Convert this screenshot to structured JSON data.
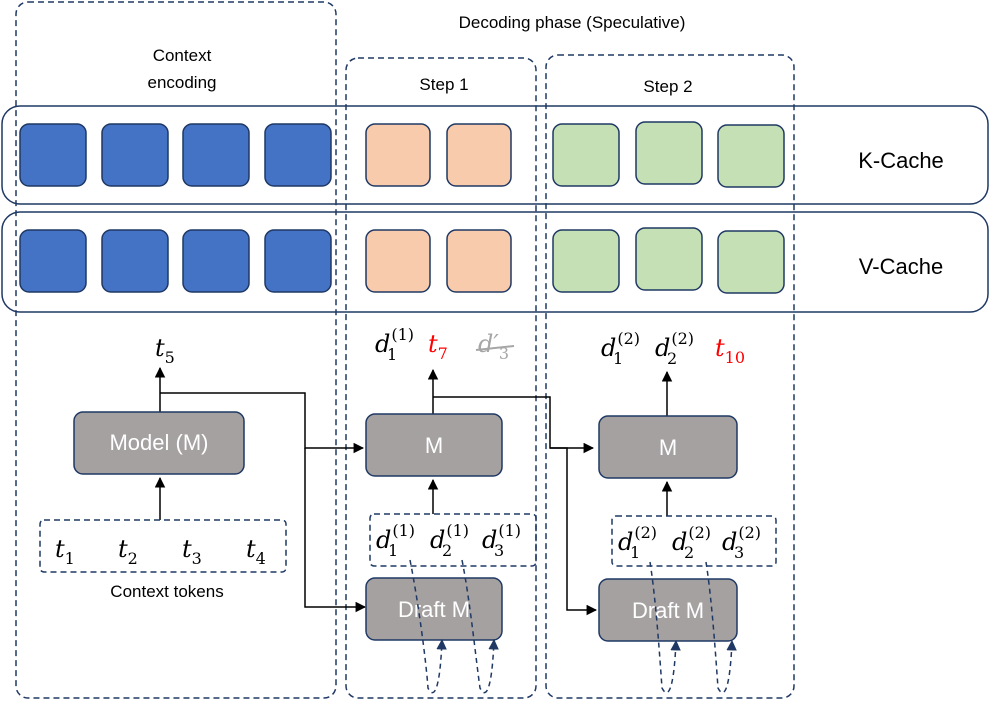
{
  "header": {
    "decoding_phase": "Decoding phase (Speculative)",
    "context_encoding_line1": "Context",
    "context_encoding_line2": "encoding",
    "step1": "Step 1",
    "step2": "Step 2"
  },
  "caches": {
    "k_cache": "K-Cache",
    "v_cache": "V-Cache"
  },
  "colors": {
    "context_block": "#4472c4",
    "step1_block": "#f8cbad",
    "step2_block": "#c5e0b4",
    "model_box": "#a5a1a1",
    "accepted_target_token": "#ff0000",
    "rejected_draft_token": "#a6a6a6",
    "border": "#1f3864"
  },
  "context": {
    "model_label": "Model (M)",
    "output": {
      "base": "t",
      "sub": "5"
    },
    "tokens": [
      {
        "base": "t",
        "sub": "1"
      },
      {
        "base": "t",
        "sub": "2"
      },
      {
        "base": "t",
        "sub": "3"
      },
      {
        "base": "t",
        "sub": "4"
      }
    ],
    "tokens_caption": "Context tokens"
  },
  "step1": {
    "model_label": "M",
    "draft_label": "Draft M",
    "outputs": [
      {
        "base": "d",
        "sub": "1",
        "sup": "(1)",
        "status": "accepted"
      },
      {
        "base": "t",
        "sub": "7",
        "status": "target"
      },
      {
        "base": "d′",
        "sub": "3",
        "status": "rejected"
      }
    ],
    "draft_tokens": [
      {
        "base": "d",
        "sub": "1",
        "sup": "(1)"
      },
      {
        "base": "d",
        "sub": "2",
        "sup": "(1)"
      },
      {
        "base": "d",
        "sub": "3",
        "sup": "(1)"
      }
    ]
  },
  "step2": {
    "model_label": "M",
    "draft_label": "Draft M",
    "outputs": [
      {
        "base": "d",
        "sub": "1",
        "sup": "(2)",
        "status": "accepted"
      },
      {
        "base": "d",
        "sub": "2",
        "sup": "(2)",
        "status": "accepted"
      },
      {
        "base": "t",
        "sub": "10",
        "status": "target"
      }
    ],
    "draft_tokens": [
      {
        "base": "d",
        "sub": "1",
        "sup": "(2)"
      },
      {
        "base": "d",
        "sub": "2",
        "sup": "(2)"
      },
      {
        "base": "d",
        "sub": "3",
        "sup": "(2)"
      }
    ]
  }
}
